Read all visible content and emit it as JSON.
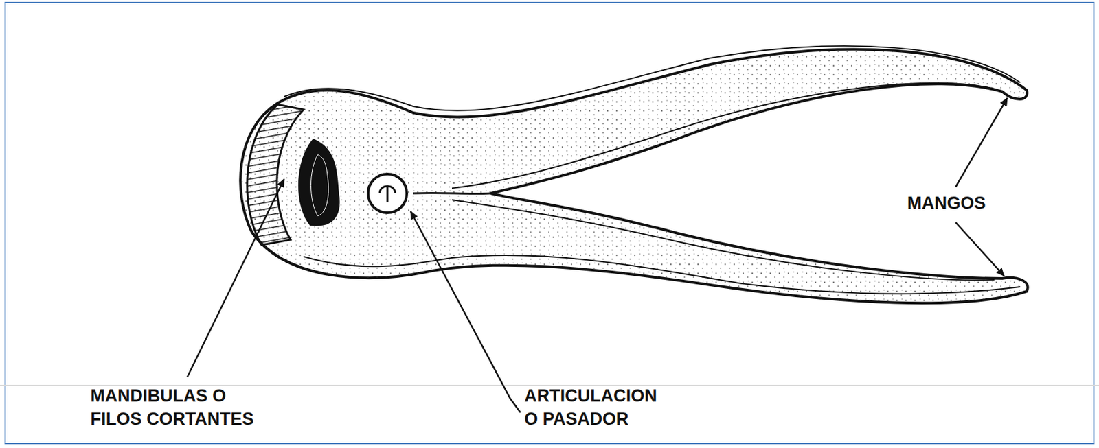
{
  "diagram": {
    "labels": [
      "MANDIBULAS O FILOS CORTANTES",
      "ARTICULACION O PASADOR",
      "MANGOS"
    ]
  }
}
